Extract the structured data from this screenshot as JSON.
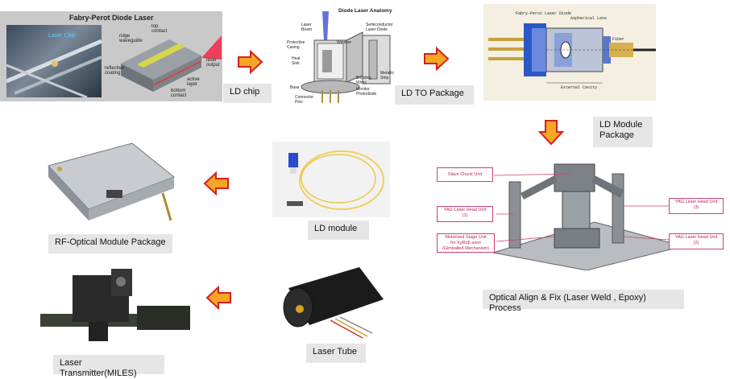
{
  "captions": {
    "ld_chip": "LD chip",
    "ld_to_package": "LD TO Package",
    "ld_module_package": "LD Module\nPackage",
    "optical_align": "Optical Align & Fix (Laser Weld , Epoxy) Process",
    "ld_module": "LD module",
    "rf_optical": "RF-Optical Module Package",
    "laser_tube": "Laser Tube",
    "laser_transmitter": "Laser Transmitter(MILES)"
  },
  "fp_panel": {
    "title": "Fabry-Perot Diode Laser",
    "laser_chip": "Laser Chip",
    "top_contact": "top\ncontact",
    "ridge_waveguide": "ridge\nwaveguide",
    "reflective_coating": "reflective\ncoating",
    "laser_output": "laser\noutput",
    "active_layer": "active\nlayer",
    "bottom_contact": "bottom\ncontact"
  },
  "anatomy": {
    "title": "Diode Laser Anatomy",
    "laser_beam": "Laser\nBeam",
    "semiconductor": "Semiconductor\nLaser Diode",
    "protective_casing": "Protective\nCasing",
    "window": "Window",
    "heat_sink": "Heat\nSink",
    "metallic_strip": "Metallic\nStrip",
    "base": "Base",
    "bonding_wires": "Bonding\nWires",
    "monitor_photodiode": "Monitor\nPhotodiode",
    "connector_pins": "Connector\nPins"
  },
  "module_drawing": {
    "fp_laser_diode": "Fabry-Perot Laser Diode",
    "aspherical_lens": "Aspherical Lens",
    "fiber": "Fiber",
    "external_cavity": "External Cavity"
  },
  "weld_station": {
    "slave_chuck": "Slave Chuck Unit",
    "yag1": "YAG Laser Head Unit\n(1)",
    "motorized": "Motorized Stage Unit\nfor XyRαβ axes\n(Gimballed Mechanism)",
    "yag3": "YAG Laser Head Unit\n(3)",
    "yag2": "YAG Laser Head Unit\n(2)"
  },
  "colors": {
    "arrow_fill": "#f5a623",
    "arrow_stroke": "#d61f1f",
    "caption_bg": "#e6e6e6",
    "label_pink": "#c02050"
  }
}
